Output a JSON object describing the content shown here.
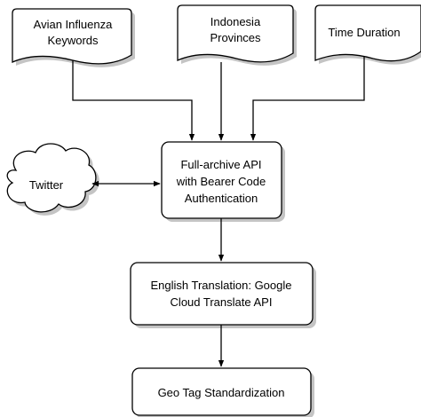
{
  "nodes": {
    "avian_keywords": {
      "line1": "Avian Influenza",
      "line2": "Keywords"
    },
    "indonesia_provinces": {
      "line1": "Indonesia",
      "line2": "Provinces"
    },
    "time_duration": {
      "line1": "Time Duration"
    },
    "twitter": {
      "line1": "Twitter"
    },
    "full_archive_api": {
      "line1": "Full-archive API",
      "line2": "with Bearer Code",
      "line3": "Authentication"
    },
    "english_translation": {
      "line1": "English Translation: Google",
      "line2": "Cloud Translate API"
    },
    "geo_tag": {
      "line1": "Geo Tag Standardization"
    }
  },
  "colors": {
    "stroke": "#000000",
    "fill": "#ffffff",
    "shadow": "#c0c0c0",
    "text": "#000000"
  }
}
